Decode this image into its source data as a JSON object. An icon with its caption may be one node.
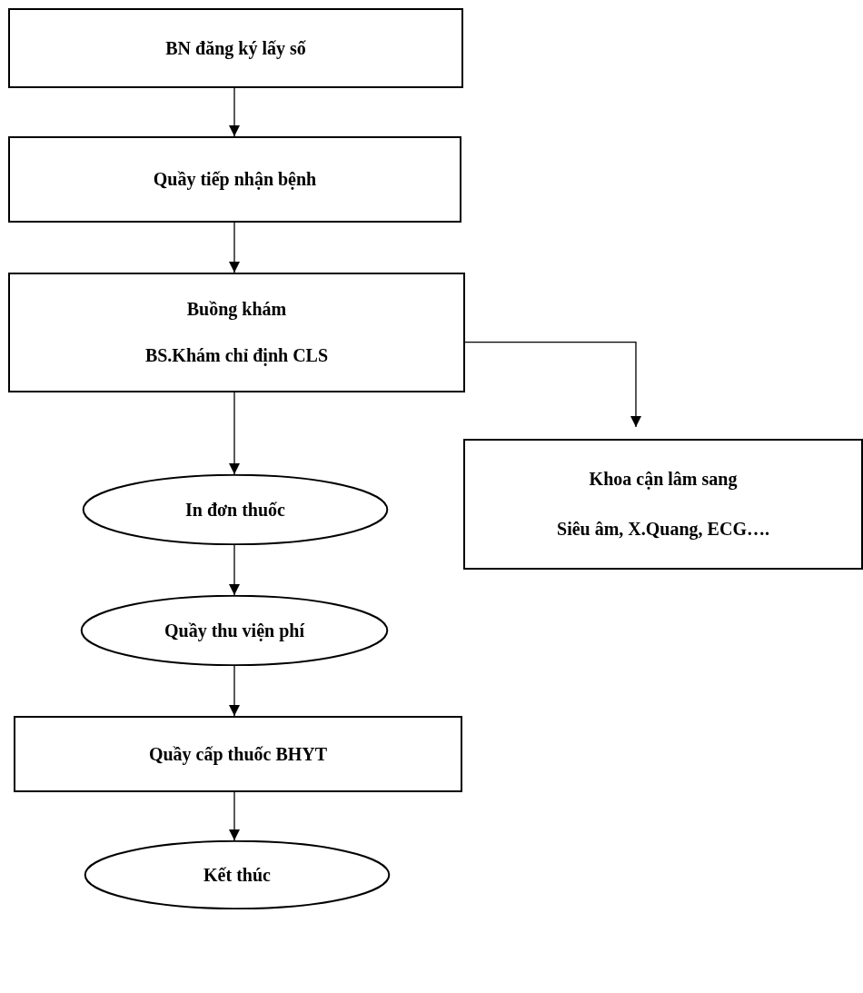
{
  "diagram": {
    "nodes": [
      {
        "text": [
          "BN đăng ký lấy số"
        ]
      },
      {
        "text": [
          "Quầy tiếp nhận bệnh"
        ]
      },
      {
        "text": [
          "Buồng khám",
          "BS.Khám chỉ định CLS"
        ]
      },
      {
        "text": [
          "Khoa cận lâm sang",
          "Siêu âm, X.Quang, ECG…."
        ]
      },
      {
        "text": [
          "In đơn thuốc"
        ]
      },
      {
        "text": [
          "Quầy thu viện phí"
        ]
      },
      {
        "text": [
          "Quầy cấp thuốc BHYT"
        ]
      },
      {
        "text": [
          "Kết thúc"
        ]
      }
    ],
    "edges": [
      {
        "from": 0,
        "to": 1,
        "arrow": "to"
      },
      {
        "from": 1,
        "to": 2,
        "arrow": "to"
      },
      {
        "from": 2,
        "to": 3,
        "arrow": "to"
      },
      {
        "from": 2,
        "to": 4,
        "arrow": "to"
      },
      {
        "from": 4,
        "to": 5,
        "arrow": "to"
      },
      {
        "from": 5,
        "to": 6,
        "arrow": "to"
      },
      {
        "from": 6,
        "to": 7,
        "arrow": "to"
      }
    ]
  }
}
